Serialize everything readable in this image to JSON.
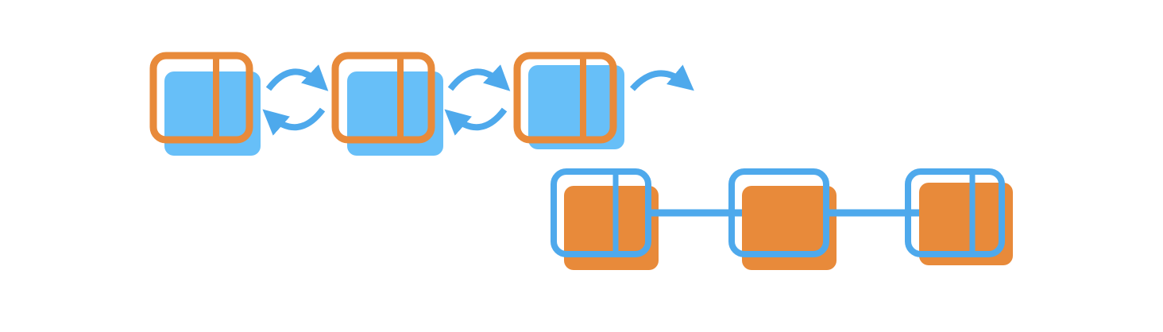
{
  "diagram": {
    "colors": {
      "blue": "#67BFF8",
      "blue_outline": "#4EA9EC",
      "orange": "#E88A3A",
      "background": "#ffffff"
    },
    "rows": [
      {
        "id": "top-row",
        "description_visible": false,
        "fill": "blue",
        "outline": "orange",
        "node_count": 3,
        "link_style": "curved-bidirectional",
        "trailing_link": true
      },
      {
        "id": "bottom-row",
        "description_visible": false,
        "fill": "orange",
        "outline": "blue_outline",
        "node_count": 3,
        "link_style": "straight-forward",
        "trailing_link": false
      }
    ]
  }
}
